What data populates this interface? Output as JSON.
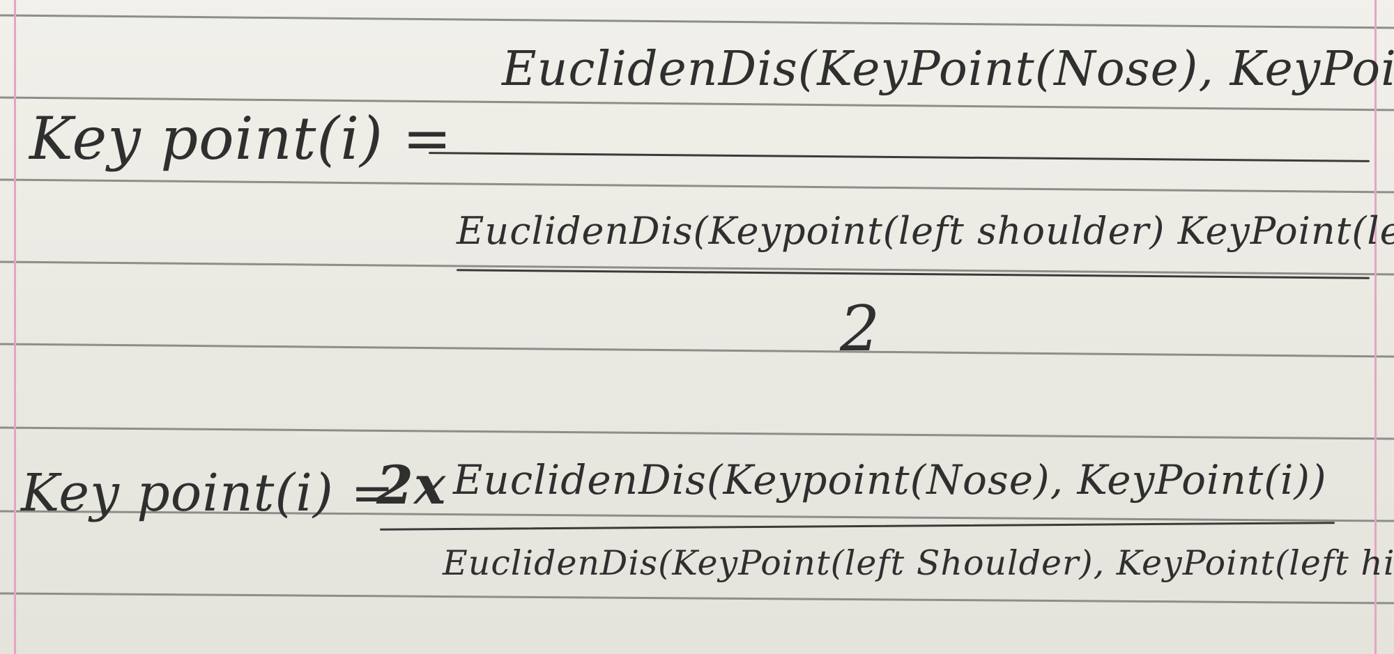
{
  "equation1": {
    "lhs": "Key point(i) =",
    "numerator": "EuclidenDis(KeyPoint(Nose), KeyPoint(i))",
    "denominator": "EuclidenDis(Keypoint(left shoulder) KeyPoint(left hip)",
    "divisor": "2"
  },
  "equation2": {
    "lhs": "Key point(i) =",
    "multiplier": "2x",
    "numerator": "EuclidenDis(Keypoint(Nose), KeyPoint(i))",
    "denominator": "EuclidenDis(KeyPoint(left Shoulder), KeyPoint(left hip))"
  },
  "colors": {
    "ink": "#2f2f2f",
    "ruled_line": "#8d8d8a",
    "margin_line": "#e7a4c3",
    "paper": "#eeede7"
  }
}
